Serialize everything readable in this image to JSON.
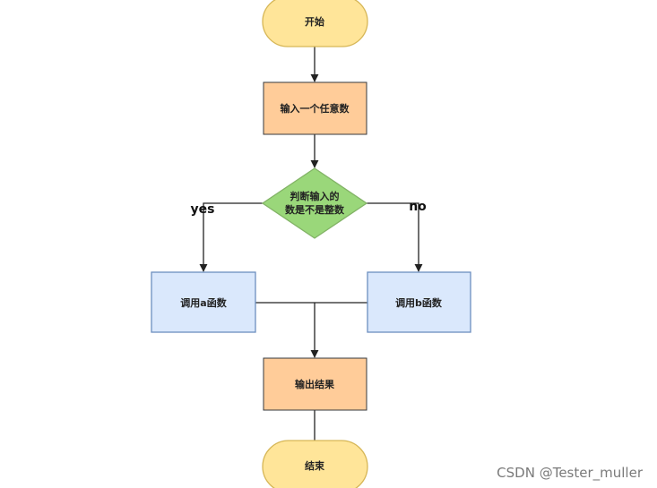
{
  "nodes": {
    "start": "开始",
    "input": "输入一个任意数",
    "decision_line1": "判断输入的",
    "decision_line2": "数是不是整数",
    "func_a": "调用a函数",
    "func_b": "调用b函数",
    "output": "输出结果",
    "end": "结束"
  },
  "branches": {
    "yes": "yes",
    "no": "no"
  },
  "watermark": "CSDN @Tester_muller",
  "colors": {
    "terminal_fill": "#ffe599",
    "terminal_stroke": "#d6b656",
    "process_fill": "#ffcc99",
    "process_stroke": "#36393d",
    "decision_fill": "#9ad77a",
    "decision_stroke": "#82b366",
    "function_fill": "#dae8fc",
    "function_stroke": "#6c8ebf",
    "edge": "#222222"
  }
}
